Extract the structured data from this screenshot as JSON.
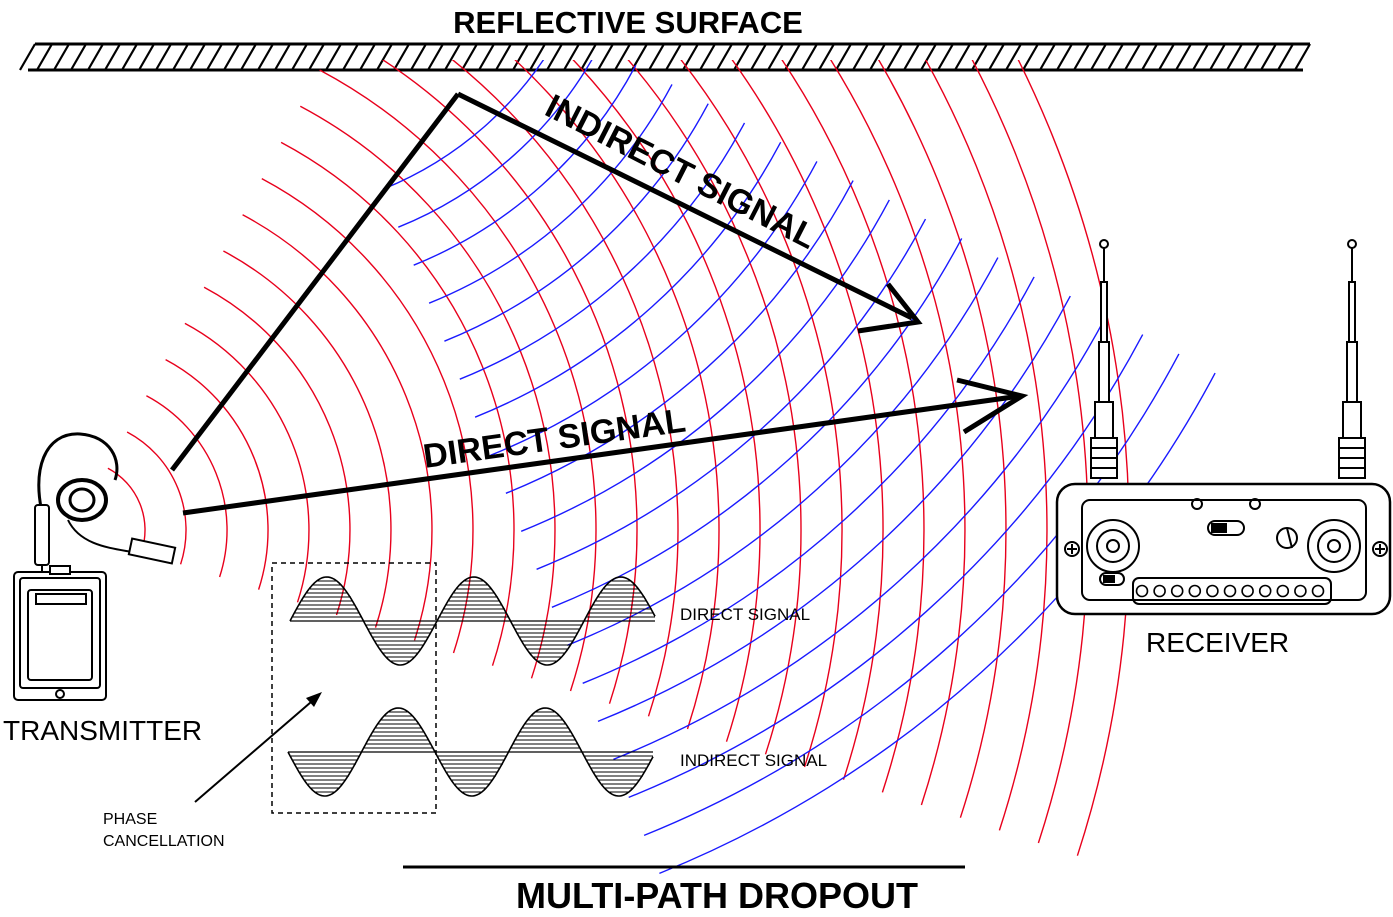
{
  "diagram": {
    "title": "MULTI-PATH DROPOUT",
    "surface_label": "REFLECTIVE SURFACE",
    "indirect_arrow_label": "INDIRECT SIGNAL",
    "direct_arrow_label": "DIRECT SIGNAL",
    "transmitter_label": "TRANSMITTER",
    "receiver_label": "RECEIVER",
    "wave_direct_label": "DIRECT SIGNAL",
    "wave_indirect_label": "INDIRECT SIGNAL",
    "phase_label_line1": "PHASE",
    "phase_label_line2": "CANCELLATION"
  },
  "colors": {
    "direct_wavefront": "#e8001c",
    "reflected_wavefront": "#1a1aff",
    "ink": "#000000"
  }
}
